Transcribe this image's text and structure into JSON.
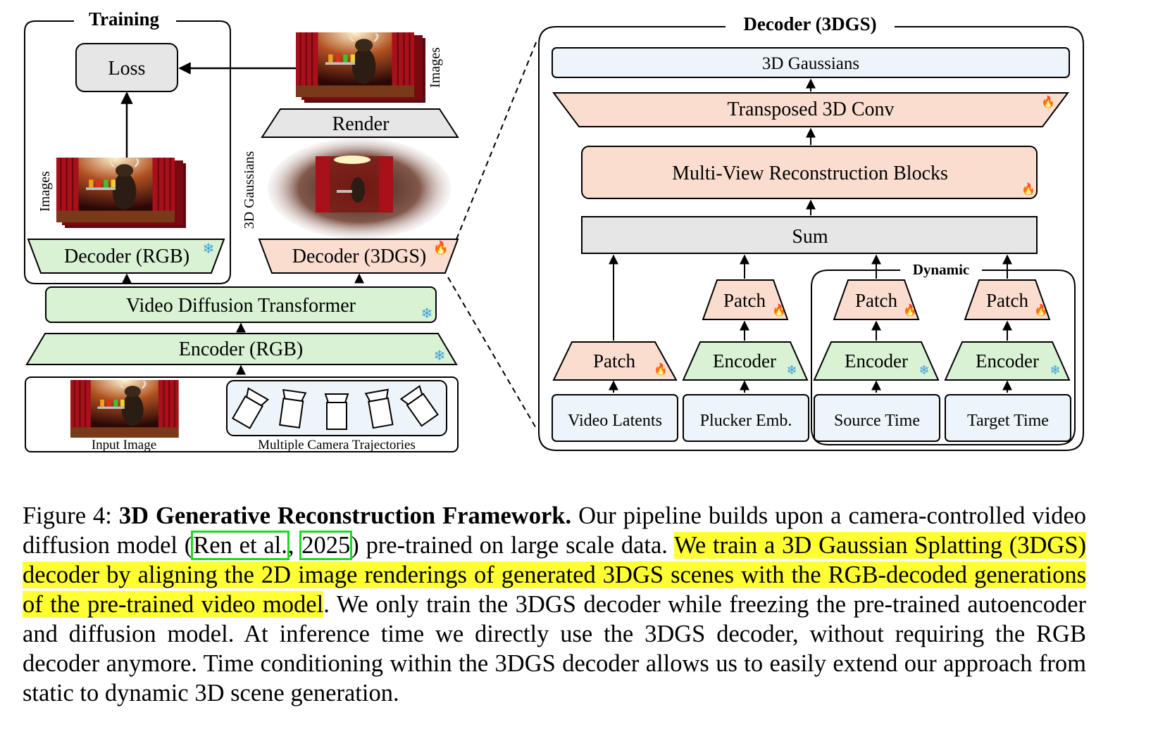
{
  "training": {
    "title": "Training",
    "loss": "Loss",
    "images_label": "Images",
    "decoder_rgb": "Decoder (RGB)"
  },
  "render_path": {
    "images_label": "Images",
    "render": "Render",
    "gaussians_label": "3D Gaussians",
    "decoder_3dgs": "Decoder (3DGS)"
  },
  "pipeline": {
    "vdt": "Video Diffusion Transformer",
    "encoder_rgb": "Encoder (RGB)",
    "input_image": "Input Image",
    "trajectories": "Multiple Camera Trajectories"
  },
  "decoder_panel": {
    "title": "Decoder (3DGS)",
    "gaussians": "3D Gaussians",
    "tconv": "Transposed 3D Conv",
    "mvrb": "Multi-View Reconstruction Blocks",
    "sum": "Sum",
    "dynamic": "Dynamic",
    "patch": "Patch",
    "encoder": "Encoder",
    "inputs": [
      "Video Latents",
      "Plucker Emb.",
      "Source Time",
      "Target Time"
    ]
  },
  "icons": {
    "frozen": "snowflake-icon",
    "trainable": "flame-icon"
  },
  "colors": {
    "green_block": "#d9f2d3",
    "salmon_block": "#fbddcf",
    "gray_block": "#e6e6e6",
    "light_block": "#eef5fa",
    "highlight": "#ffff33",
    "cite_box": "#1fd81f"
  },
  "caption": {
    "label": "Figure 4:",
    "title": "3D Generative Reconstruction Framework.",
    "t1": "Our pipeline builds upon a camera-controlled video diffusion model (",
    "cite_author": "Ren et al.",
    "cite_sep": ", ",
    "cite_year": "2025",
    "t2": ") pre-trained on large scale data. ",
    "highlight": "We train a 3D Gaussian Splatting (3DGS) decoder by aligning the 2D image renderings of generated 3DGS scenes with the RGB-decoded generations of the pre-trained video model",
    "t3": ". We only train the 3DGS decoder while freezing the pre-trained autoencoder and diffusion model. At inference time we directly use the 3DGS decoder, without requiring the RGB decoder anymore. Time conditioning within the 3DGS decoder allows us to easily extend our approach from static to dynamic 3D scene generation."
  }
}
